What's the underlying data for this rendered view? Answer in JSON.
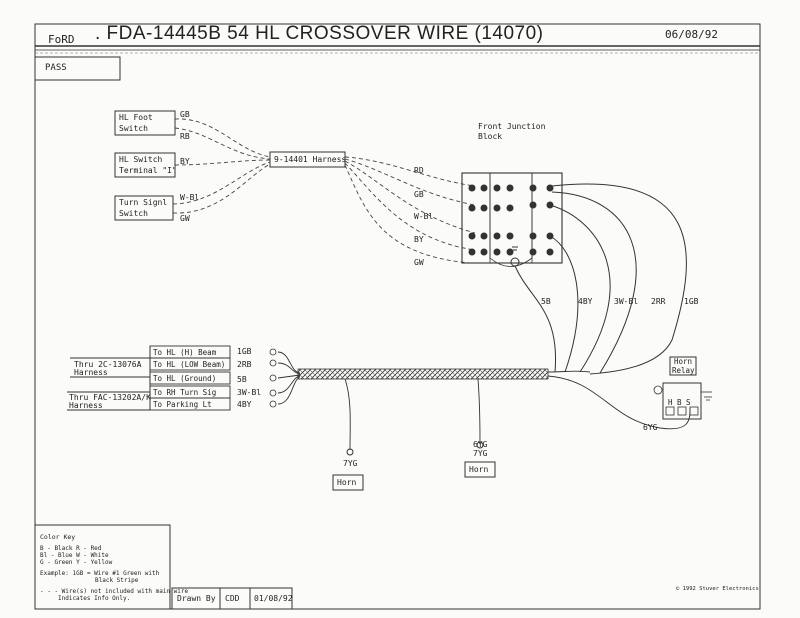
{
  "header": {
    "brand": "FoRD",
    "title": ". FDA-14445B  54 HL CROSSOVER WIRE  (14070)",
    "date": "06/08/92",
    "subtitle": "PASS"
  },
  "left_inputs": [
    {
      "label1": "HL Foot",
      "label2": "Switch"
    },
    {
      "label1": "HL Switch",
      "label2": "Terminal \"I\""
    },
    {
      "label1": "Turn Signl",
      "label2": "Switch"
    }
  ],
  "wire_codes": {
    "gb_in": "GB",
    "rb_in": "RB",
    "by_in": "BY",
    "wbl_in": "W-Bl",
    "gw_in": "GW",
    "rd": "RD",
    "gb": "GB",
    "wbl": "W-Bl",
    "by": "BY",
    "gw": "GW",
    "c5b": "5B",
    "c4by": "4BY",
    "c3wbl": "3W-Bl",
    "c2rr": "2RR",
    "c1gb": "1GB",
    "r1": "1GB",
    "r2": "2RB",
    "r3": "5B",
    "r4": "3W-Bl",
    "r5": "4BY",
    "horn1": "7YG",
    "horn2a": "6YG",
    "horn2b": "7YG",
    "relay": "6YG"
  },
  "harness_label": "9-14401 Harness",
  "junction_label": [
    "Front Junction",
    "Block"
  ],
  "to_labels": [
    "To HL (H) Beam",
    "To HL (LOW Beam)",
    "To HL (Ground)",
    "To RH Turn Sig",
    "To Parking Lt"
  ],
  "thru_labels": [
    [
      "Thru 2C-13076A",
      "Harness"
    ],
    [
      "Thru FAC-13202A/K",
      "Harness"
    ]
  ],
  "horn_label": "Horn",
  "horn_relay": [
    "Horn",
    "Relay"
  ],
  "relay_letters": "H B S",
  "color_key": {
    "title": "Color Key",
    "rows": [
      "B - Black      R - Red",
      "Bl - Blue      W - White",
      "G - Green      Y - Yellow"
    ],
    "example": [
      "Example: 1GB = Wire #1 Green with",
      "Black Stripe"
    ],
    "note": [
      "- - - Wire(s) not included with main wire",
      "Indicates Info Only."
    ]
  },
  "drawn_by": {
    "label": "Drawn By",
    "initials": "CDD",
    "date": "01/08/92"
  },
  "copyright": "© 1992 Stuver Electronics"
}
